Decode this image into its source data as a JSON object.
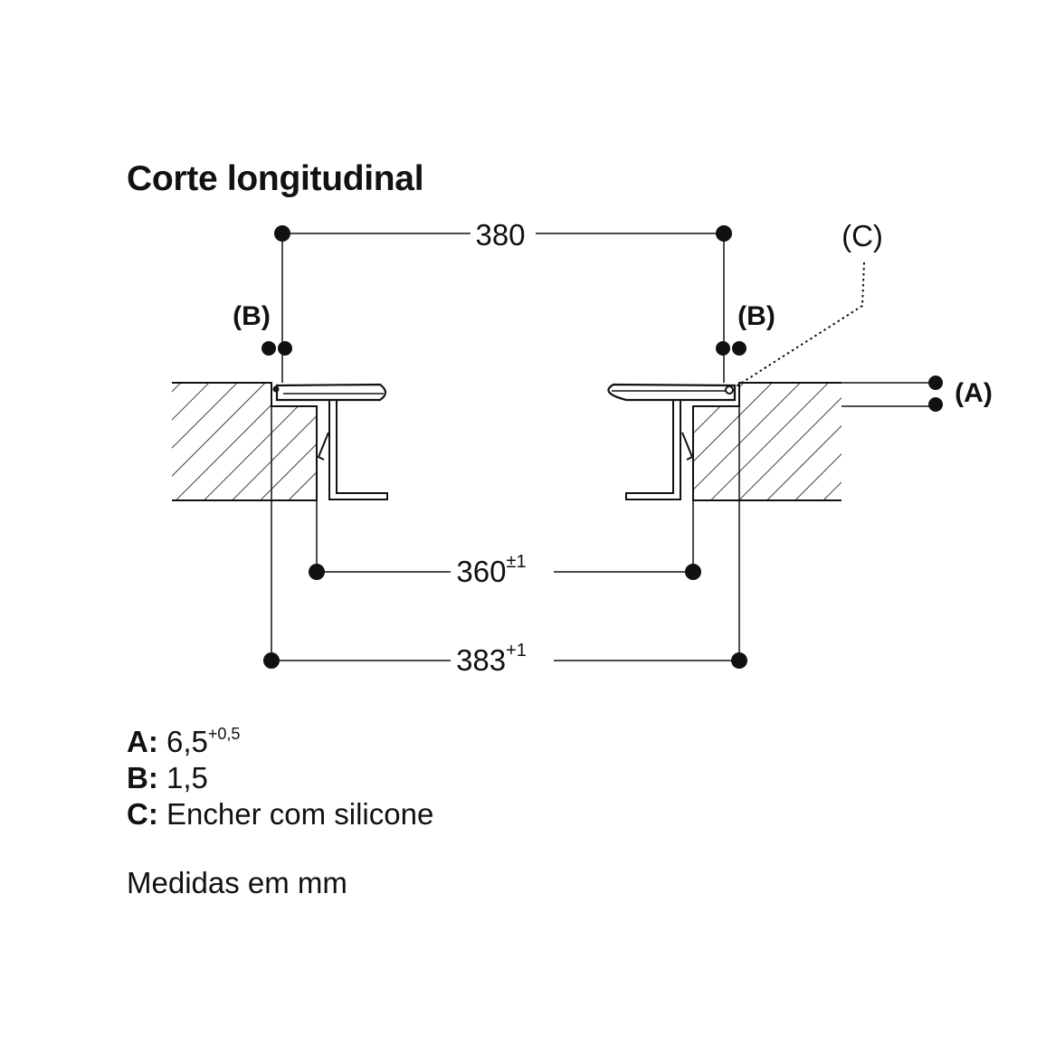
{
  "title": "Corte longitudinal",
  "dimensions": {
    "top": {
      "value": "380",
      "tol": ""
    },
    "inner": {
      "value": "360",
      "tol": "±1"
    },
    "outer": {
      "value": "383",
      "tol": "+1"
    }
  },
  "callouts": {
    "b_left": "(B)",
    "b_right": "(B)",
    "c": "(C)",
    "a": "(A)"
  },
  "legend": [
    {
      "key": "A:",
      "value": "6,5",
      "sup": "+0,5"
    },
    {
      "key": "B:",
      "value": "1,5",
      "sup": ""
    },
    {
      "key": "C:",
      "value": "Encher com silicone",
      "sup": ""
    }
  ],
  "note": "Medidas em mm",
  "colors": {
    "ink": "#111111",
    "background": "#ffffff"
  }
}
